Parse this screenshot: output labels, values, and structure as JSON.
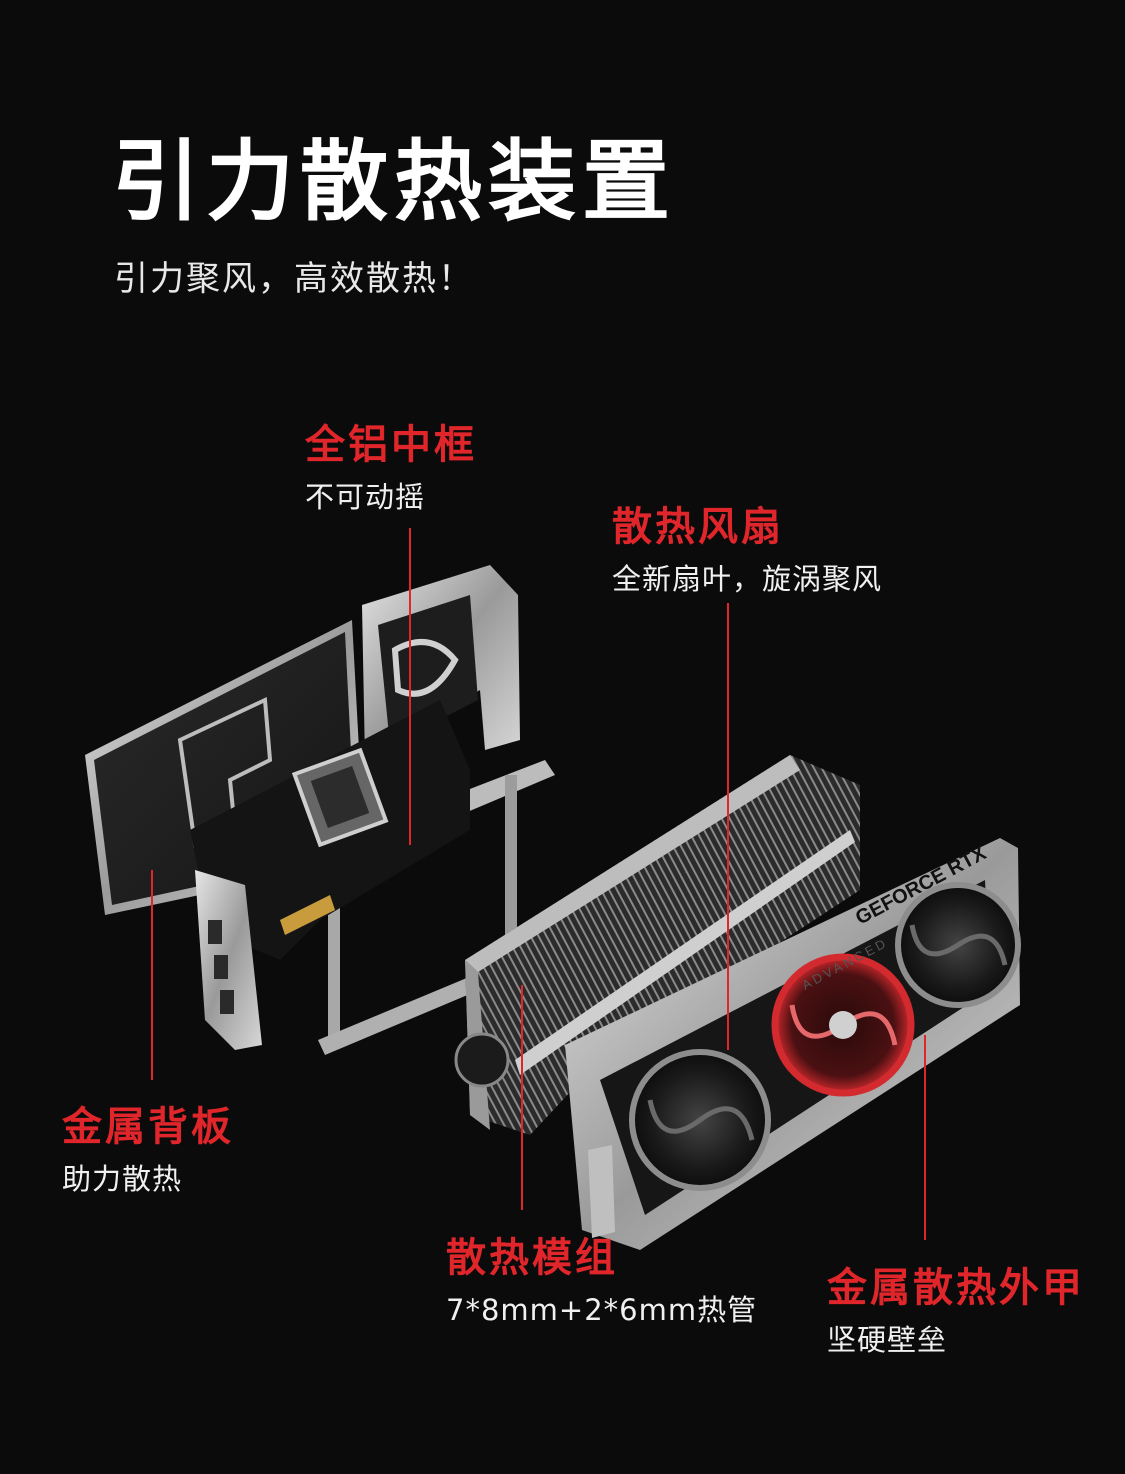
{
  "title": "引力散热装置",
  "subtitle": "引力聚风，高效散热！",
  "accent_color": "#e0262b",
  "product_print": {
    "brand": "GEFORCE RTX",
    "series": "ADVANCED"
  },
  "callouts": [
    {
      "id": "frame",
      "head": "全铝中框",
      "desc": "不可动摇"
    },
    {
      "id": "fan",
      "head": "散热风扇",
      "desc": "全新扇叶，旋涡聚风"
    },
    {
      "id": "backplate",
      "head": "金属背板",
      "desc": "助力散热"
    },
    {
      "id": "heatsink",
      "head": "散热模组",
      "desc": "7*8mm+2*6mm热管"
    },
    {
      "id": "shroud",
      "head": "金属散热外甲",
      "desc": "坚硬壁垒"
    }
  ]
}
